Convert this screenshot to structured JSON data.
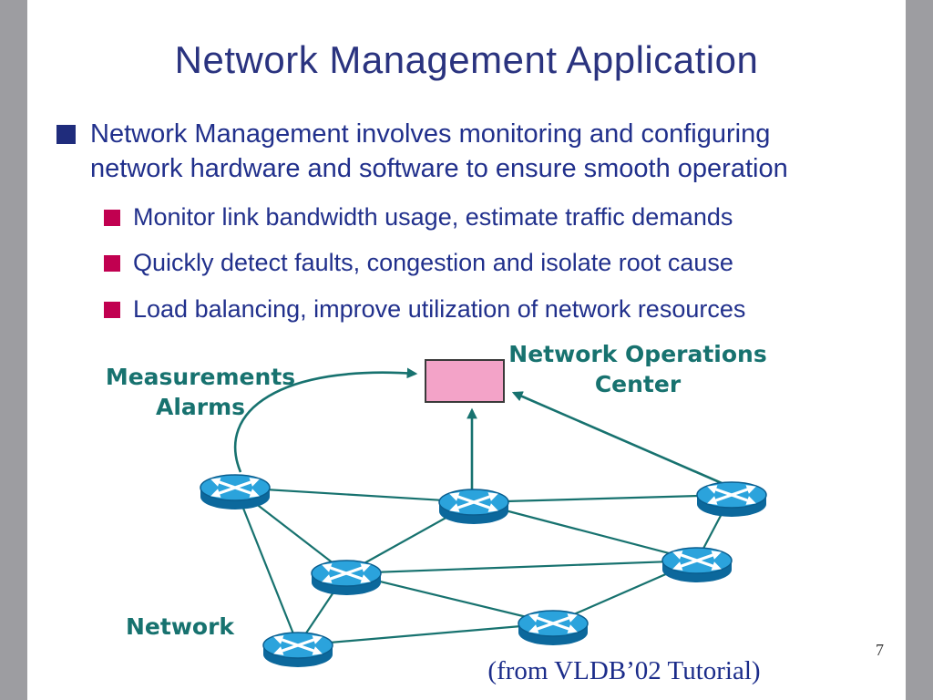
{
  "slide": {
    "title": "Network Management Application",
    "page_number": "7",
    "citation": "(from VLDB’02 Tutorial)"
  },
  "bullets": {
    "level1": "Network Management involves monitoring and configuring network hardware and software to ensure smooth operation",
    "level2": [
      "Monitor link bandwidth usage, estimate traffic demands",
      "Quickly detect faults, congestion and isolate root cause",
      "Load balancing, improve utilization of network resources"
    ]
  },
  "diagram": {
    "noc_label_line1": "Network Operations",
    "noc_label_line2": "Center",
    "measurements_label_line1": "Measurements",
    "measurements_label_line2": "Alarms",
    "network_label": "Network",
    "icons": [
      "router-icon",
      "noc-box",
      "arrow-to-noc"
    ],
    "colors": {
      "title_navy": "#2a337f",
      "body_text_blue": "#21308c",
      "level1_bullet_navy": "#1f2c7c",
      "level2_bullet_crimson": "#c10050",
      "diagram_teal": "#17726f",
      "router_blue_top": "#2ba3dc",
      "router_blue_dark": "#0c689c",
      "noc_pink": "#f3a3c8",
      "side_bar_gray": "#9d9da1"
    }
  }
}
